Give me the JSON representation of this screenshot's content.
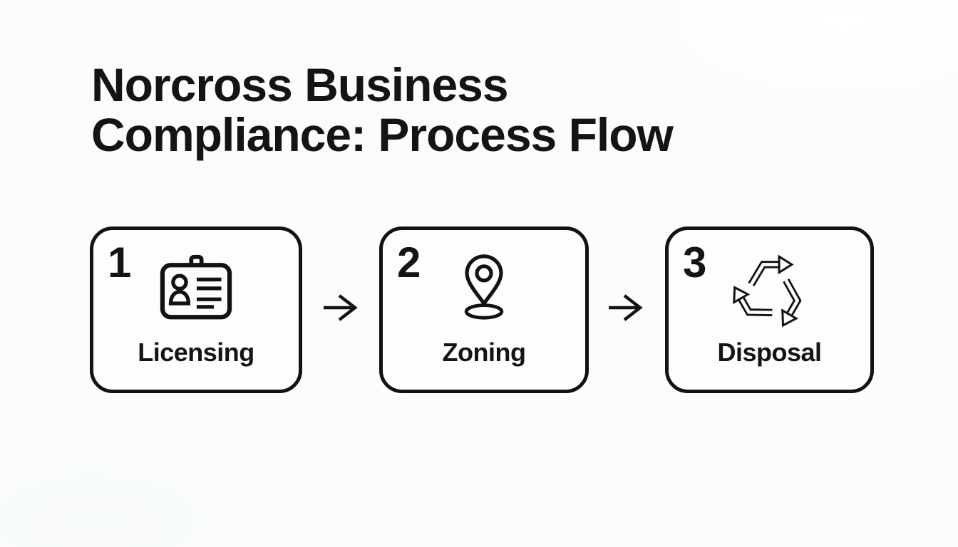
{
  "title": {
    "full": "Norcross Business Compliance: Process Flow",
    "line1": "Norcross Business",
    "line2": "Compliance: Process Flow"
  },
  "colors": {
    "ink": "#141414",
    "stroke": "#121212",
    "background": "#fbfcfc",
    "card_fill": "#fdfdfd"
  },
  "steps": [
    {
      "number": "1",
      "label": "Licensing",
      "icon": "id-badge-icon"
    },
    {
      "number": "2",
      "label": "Zoning",
      "icon": "map-pin-icon"
    },
    {
      "number": "3",
      "label": "Disposal",
      "icon": "recycle-icon"
    }
  ],
  "connectors": [
    {
      "icon": "arrow-right-icon"
    },
    {
      "icon": "arrow-right-icon"
    }
  ]
}
